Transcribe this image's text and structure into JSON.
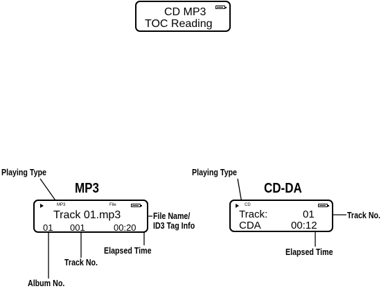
{
  "top_display": {
    "line1": "CD  MP3",
    "line2": "TOC  Reading"
  },
  "mp3": {
    "heading": "MP3",
    "display": {
      "type": "MP3",
      "file": "File",
      "line1": "Track 01.mp3",
      "album": "01",
      "track": "001",
      "time": "00:20"
    },
    "labels": {
      "playing_type": "Playing Type",
      "file_name_1": "File Name/",
      "file_name_2": "ID3 Tag Info",
      "elapsed": "Elapsed Time",
      "track_no": "Track No.",
      "album_no": "Album No."
    }
  },
  "cdda": {
    "heading": "CD-DA",
    "display": {
      "type": "CD",
      "track_label": "Track:",
      "track_value": "01",
      "format": "CDA",
      "time": "00:12"
    },
    "labels": {
      "playing_type": "Playing Type",
      "track_no": "Track No.",
      "elapsed": "Elapsed Time"
    }
  }
}
